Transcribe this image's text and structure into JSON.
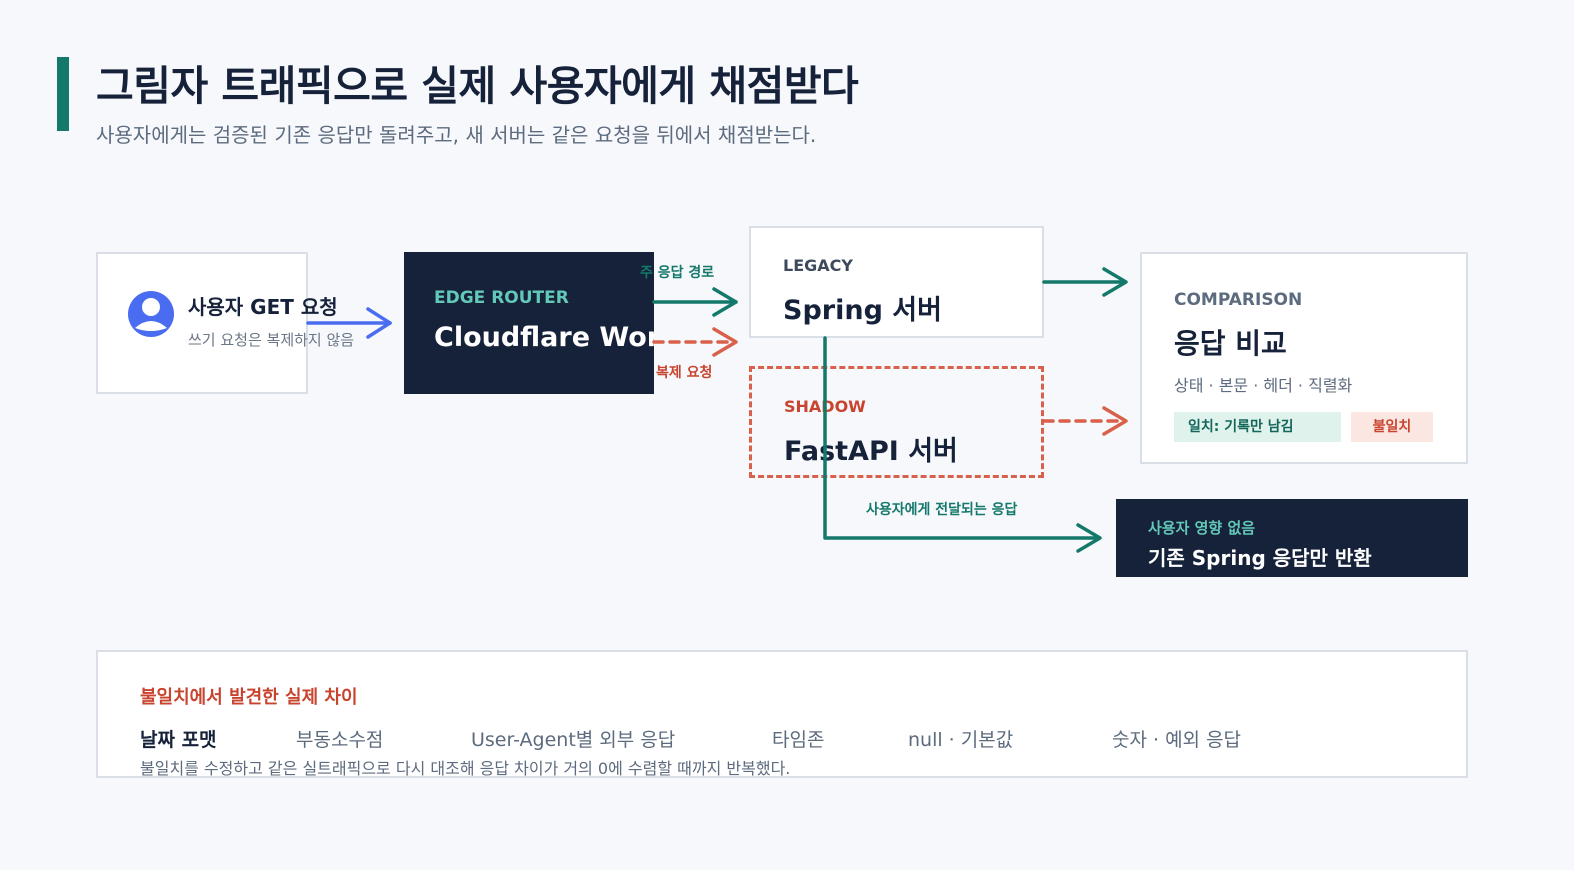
{
  "header": {
    "title": "그림자 트래픽으로 실제 사용자에게 채점받다",
    "subtitle": "사용자에게는 검증된 기존 응답만 돌려주고, 새 서버는 같은 요청을 뒤에서 채점받는다."
  },
  "user": {
    "title": "사용자 GET 요청",
    "subtitle": "쓰기 요청은 복제하지 않음"
  },
  "edge": {
    "label": "EDGE ROUTER",
    "name": "Cloudflare Worker"
  },
  "legacy": {
    "label": "LEGACY",
    "name": "Spring 서버"
  },
  "shadow": {
    "label": "SHADOW",
    "name": "FastAPI 서버"
  },
  "comparison": {
    "label": "COMPARISON",
    "name": "응답 비교",
    "items": "상태 · 본문 · 헤더 · 직렬화",
    "match_chip": "일치: 기록만 남김",
    "mismatch_chip": "불일치"
  },
  "result": {
    "label": "사용자 영향 없음",
    "text": "기존 Spring 응답만 반환"
  },
  "arrows": {
    "main_path": "주 응답 경로",
    "duplicate": "복제 요청",
    "delivered": "사용자에게 전달되는 응답"
  },
  "findings": {
    "title": "불일치에서 발견한 실제 차이",
    "items": [
      "날짜 포맷",
      "부동소수점",
      "User-Agent별 외부 응답",
      "타임존",
      "null · 기본값",
      "숫자 · 예외 응답"
    ],
    "note": "불일치를 수정하고 같은 실트래픽으로 다시 대조해 응답 차이가 거의 0에 수렴할 때까지 반복했다."
  },
  "colors": {
    "accent_teal": "#14786a",
    "shadow_red": "#d9604a",
    "user_blue": "#4a6cf0",
    "navy": "#16213a"
  }
}
